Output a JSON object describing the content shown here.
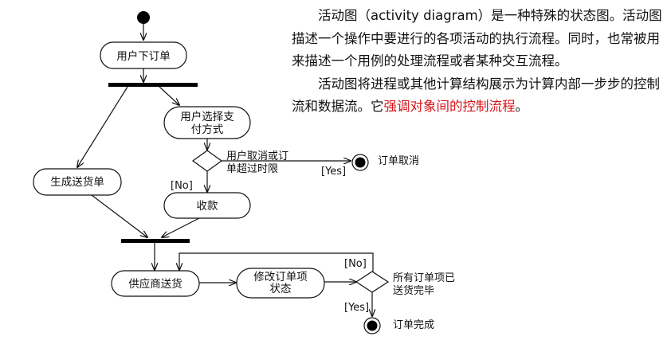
{
  "description": {
    "para1": "活动图（activity diagram）是一种特殊的状态图。活动图描述一个操作中要进行的各项活动的执行流程。同时，也常被用来描述一个用例的处理流程或者某种交互流程。",
    "para2_before": "活动图将进程或其他计算结构展示为计算内部一步步的控制流和数据流。它",
    "para2_highlight": "强调对象间的控制流程",
    "para2_after": "。",
    "highlight_color": "#d8141b"
  },
  "diagram": {
    "activities": {
      "place_order": "用户下订单",
      "choose_payment_line1": "用户选择支",
      "choose_payment_line2": "付方式",
      "collect_payment": "收款",
      "generate_shipping": "生成送货单",
      "supplier_ship": "供应商送货",
      "modify_item_line1": "修改订单项",
      "modify_item_line2": "状态"
    },
    "guards": {
      "cancel_line1": "用户取消或订",
      "cancel_line2": "单超过时限",
      "yes": "[Yes]",
      "no": "[No]",
      "all_shipped_line1": "所有订单项已",
      "all_shipped_line2": "送货完毕",
      "no2": "[No]",
      "yes2": "[Yes]"
    },
    "final_states": {
      "cancelled": "订单取消",
      "completed": "订单完成"
    }
  }
}
